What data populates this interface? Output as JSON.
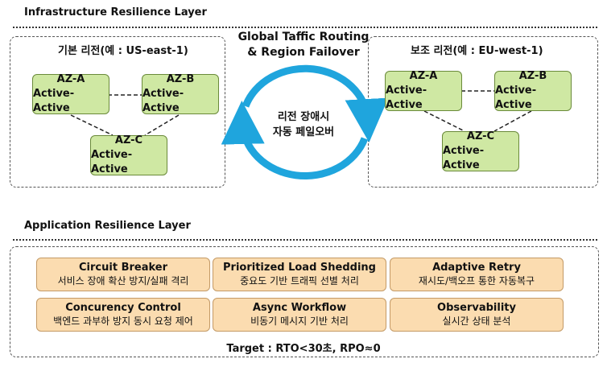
{
  "infra": {
    "title": "Infrastructure Resilience Layer",
    "primary": {
      "label": "기본 리전(예 : US-east-1)",
      "zones": [
        {
          "name": "AZ-A",
          "mode": "Active-Active"
        },
        {
          "name": "AZ-B",
          "mode": "Active-Active"
        },
        {
          "name": "AZ-C",
          "mode": "Active-Active"
        }
      ]
    },
    "secondary": {
      "label": "보조 리전(예 : EU-west-1)",
      "zones": [
        {
          "name": "AZ-A",
          "mode": "Active-Active"
        },
        {
          "name": "AZ-B",
          "mode": "Active-Active"
        },
        {
          "name": "AZ-C",
          "mode": "Active-Active"
        }
      ]
    },
    "routing": {
      "line1": "Global Taffic Routing",
      "line2": "& Region Failover"
    },
    "failover": {
      "line1": "리전 장애시",
      "line2": "자동 페일오버"
    },
    "colors": {
      "az_fill": "#cfe8a3",
      "arrow": "#1fa5dd"
    }
  },
  "app": {
    "title": "Application Resilience Layer",
    "cards": [
      {
        "title": "Circuit Breaker",
        "desc": "서비스 장애 확산 방지/실패 격리"
      },
      {
        "title": "Prioritized Load Shedding",
        "desc": "중요도 기반 트래픽 선별 처리"
      },
      {
        "title": "Adaptive Retry",
        "desc": "재시도/백오프 통한 자동복구"
      },
      {
        "title": "Concurency Control",
        "desc": "백엔드 과부하 방지 동시 요청 제어"
      },
      {
        "title": "Async Workflow",
        "desc": "비동기 메시지 기반 처리"
      },
      {
        "title": "Observability",
        "desc": "실시간 상태 분석"
      }
    ],
    "target": "Target : RTO<30초, RPO≈0",
    "colors": {
      "card_fill": "#fbdcb0"
    }
  }
}
